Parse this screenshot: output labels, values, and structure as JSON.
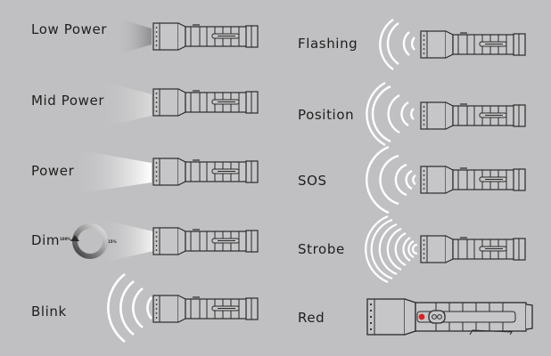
{
  "modes_left": [
    {
      "label": "Low Power",
      "effect": "beam",
      "intensity": "low"
    },
    {
      "label": "Mid Power",
      "effect": "beam",
      "intensity": "mid"
    },
    {
      "label": "Power",
      "effect": "beam",
      "intensity": "high"
    },
    {
      "label": "Dim",
      "effect": "dim-cycle",
      "intensity": "variable"
    },
    {
      "label": "Blink",
      "effect": "waves"
    }
  ],
  "modes_right": [
    {
      "label": "Flashing",
      "effect": "waves"
    },
    {
      "label": "Position",
      "effect": "waves"
    },
    {
      "label": "SOS",
      "effect": "waves"
    },
    {
      "label": "Strobe",
      "effect": "waves"
    },
    {
      "label": "Red",
      "effect": "red-indicator"
    }
  ],
  "dim": {
    "max_label": "100%",
    "min_label": "15%"
  },
  "colors": {
    "background": "#c0c0c2",
    "outline": "#2a2a2a",
    "red_led": "#e02020",
    "waves": "#ffffff"
  }
}
